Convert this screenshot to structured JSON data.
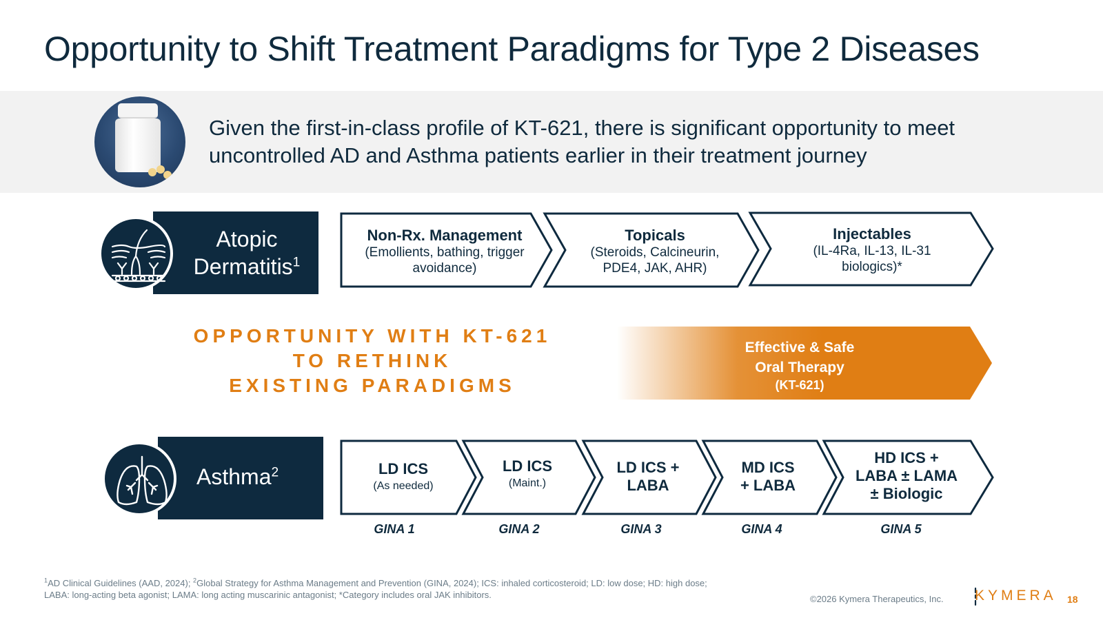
{
  "title": "Opportunity to Shift Treatment Paradigms for Type 2 Diseases",
  "band": {
    "line1": "Given the first-in-class profile of KT-621, there is significant opportunity to meet",
    "line2": "uncontrolled AD and Asthma patients earlier in their treatment journey"
  },
  "atopic": {
    "label_line1": "Atopic",
    "label_line2": "Dermatitis",
    "sup": "1",
    "steps": [
      {
        "head": "Non-Rx. Management",
        "sub1": "(Emollients, bathing, trigger",
        "sub2": "avoidance)"
      },
      {
        "head": "Topicals",
        "sub1": "(Steroids, Calcineurin,",
        "sub2": "PDE4, JAK, AHR)"
      },
      {
        "head": "Injectables",
        "sub1": "(IL-4Ra, IL-13, IL-31",
        "sub2": "biologics)*"
      }
    ]
  },
  "opportunity": {
    "line1": "OPPORTUNITY WITH KT-621",
    "line2": "TO RETHINK",
    "line3": "EXISTING PARADIGMS"
  },
  "oral": {
    "line1": "Effective & Safe",
    "line2": "Oral Therapy",
    "line3": "(KT-621)",
    "color": "#e07e14"
  },
  "asthma": {
    "label": "Asthma",
    "sup": "2",
    "steps": [
      {
        "l1": "LD ICS",
        "l2": "(As needed)",
        "l3": ""
      },
      {
        "l1": "LD ICS",
        "l2": "(Maint.)",
        "l3": ""
      },
      {
        "l1": "LD ICS +",
        "l2": "LABA",
        "l3": ""
      },
      {
        "l1": "MD ICS",
        "l2": "+ LABA",
        "l3": ""
      },
      {
        "l1": "HD ICS +",
        "l2": "LABA ± LAMA",
        "l3": "± Biologic"
      }
    ],
    "gina": [
      "GINA 1",
      "GINA 2",
      "GINA 3",
      "GINA 4",
      "GINA 5"
    ]
  },
  "footnote": {
    "s1": "1",
    "t1": "AD Clinical Guidelines (AAD, 2024); ",
    "s2": "2",
    "t2": "Global Strategy for Asthma Management and Prevention (GINA, 2024); ICS: inhaled corticosteroid; LD: low dose; HD: high dose;",
    "t3": "LABA: long-acting beta agonist; LAMA: long acting muscarinic antagonist; *Category includes oral JAK inhibitors."
  },
  "copyright": "©2026 Kymera Therapeutics, Inc.",
  "logo": "KYMERA",
  "page_number": "18",
  "colors": {
    "navy": "#0e2a3f",
    "orange": "#e07e14",
    "band": "#f2f2f2"
  },
  "icons": {
    "ad": "skin-hair-icon",
    "asthma": "lungs-icon",
    "photo": "pill-bottle-image"
  }
}
